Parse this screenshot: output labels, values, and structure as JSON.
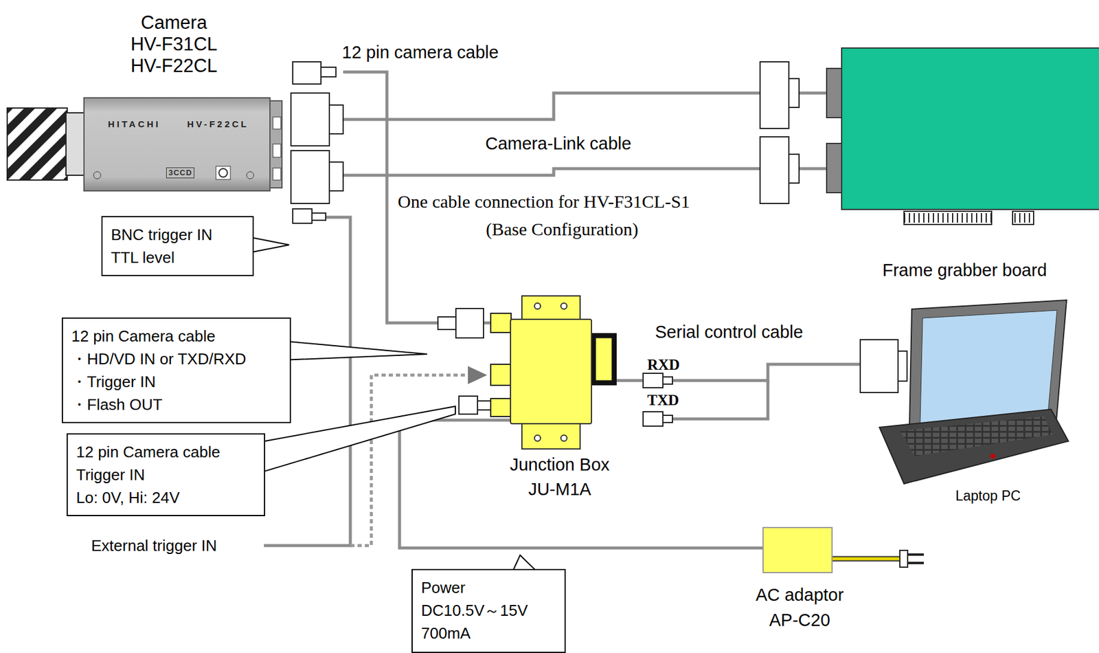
{
  "diagram": {
    "nodes": [
      {
        "text": [
          "Camera",
          "HV-F31CL",
          "HV-F22CL",
          "HITACHI HV-F22CL"
        ]
      },
      {
        "text": [
          "Frame grabber board"
        ]
      },
      {
        "text": [
          "Junction Box",
          "JU-M1A"
        ]
      },
      {
        "text": [
          "Laptop PC"
        ]
      },
      {
        "text": [
          "AC adaptor",
          "AP-C20"
        ]
      },
      {
        "text": [
          "BNC trigger IN",
          "TTL level"
        ]
      },
      {
        "text": [
          "12 pin Camera cable",
          "・HD/VD IN or TXD/RXD",
          "・Trigger IN",
          "・Flash OUT"
        ]
      },
      {
        "text": [
          "12 pin Camera cable",
          "Trigger IN",
          "Lo: 0V, Hi: 24V"
        ]
      },
      {
        "text": [
          "Power",
          "DC10.5V～15V",
          "700mA"
        ]
      }
    ],
    "edges": [
      {
        "from": 0,
        "to": 1,
        "arrow": "none"
      },
      {
        "from": 0,
        "to": 1,
        "arrow": "none"
      },
      {
        "from": 0,
        "to": 2,
        "label": "12 pin camera cable",
        "arrow": "none"
      },
      {
        "from": 2,
        "to": 3,
        "label": "Serial control cable",
        "arrow": "none"
      },
      {
        "from": 2,
        "to": 4,
        "arrow": "none"
      }
    ],
    "labels": [
      "Camera-Link cable",
      "One cable connection for HV-F31CL-S1",
      "(Base Configuration)",
      "RXD",
      "TXD",
      "External trigger IN",
      "3CCD"
    ]
  }
}
